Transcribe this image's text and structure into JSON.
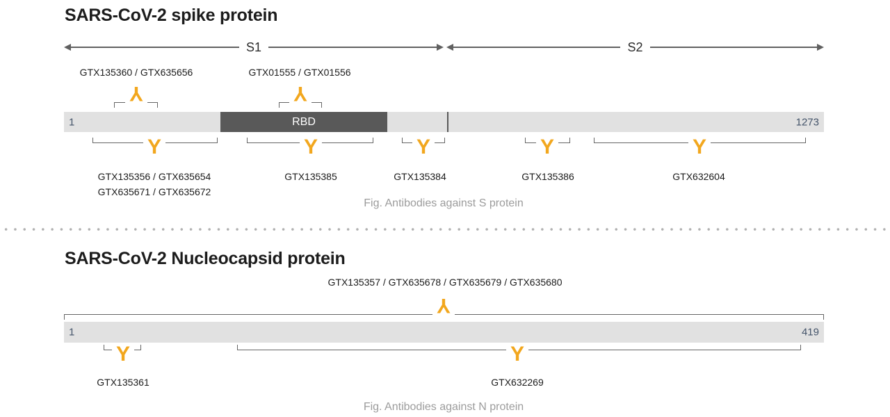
{
  "colors": {
    "antibody_orange": "#F2A71E",
    "bar_light_gray": "#E1E1E1",
    "domain_dark_gray": "#595959",
    "line_gray": "#606060",
    "residue_number": "#44546A",
    "caption_gray": "#9C9C9C"
  },
  "icons": {
    "antibody": "Y"
  },
  "spike": {
    "title": "SARS-CoV-2 spike protein",
    "s1_label": "S1",
    "s2_label": "S2",
    "bar": {
      "start": "1",
      "end": "1273",
      "domain": "RBD"
    },
    "above": [
      {
        "label": "GTX135360 / GTX635656"
      },
      {
        "label": "GTX01555 / GTX01556"
      }
    ],
    "below": [
      {
        "labels": [
          "GTX135356 / GTX635654",
          "GTX635671 / GTX635672"
        ]
      },
      {
        "labels": [
          "GTX135385"
        ]
      },
      {
        "labels": [
          "GTX135384"
        ]
      },
      {
        "labels": [
          "GTX135386"
        ]
      },
      {
        "labels": [
          "GTX632604"
        ]
      }
    ],
    "caption": "Fig. Antibodies against S protein"
  },
  "nucleocapsid": {
    "title": "SARS-CoV-2 Nucleocapsid protein",
    "bar": {
      "start": "1",
      "end": "419"
    },
    "above": [
      {
        "label": "GTX135357 / GTX635678 / GTX635679 / GTX635680"
      }
    ],
    "below": [
      {
        "label": "GTX135361"
      },
      {
        "label": "GTX632269"
      }
    ],
    "caption": "Fig. Antibodies against N protein"
  }
}
